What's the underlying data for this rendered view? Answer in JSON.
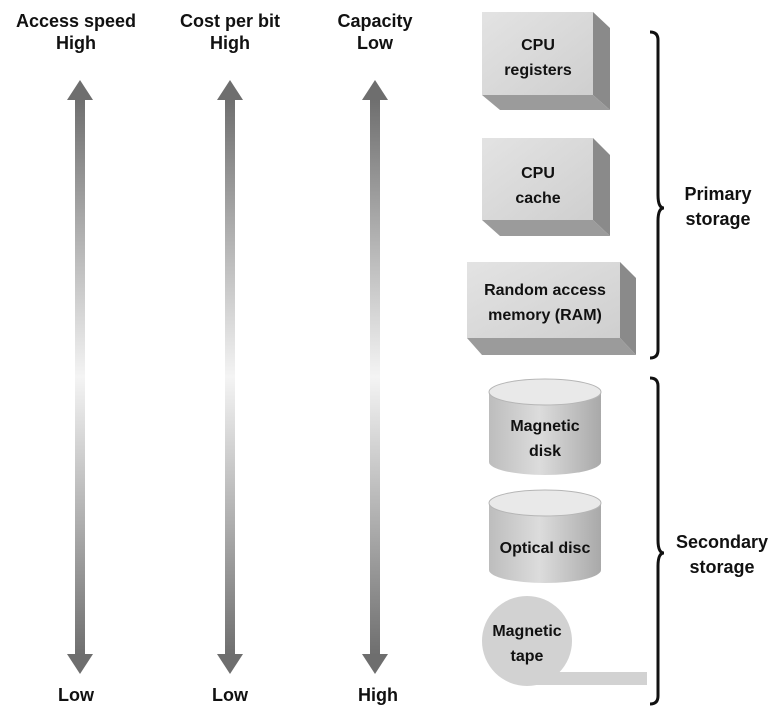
{
  "scales": [
    {
      "name": "Access speed",
      "top": "High",
      "bottom": "Low"
    },
    {
      "name": "Cost per bit",
      "top": "High",
      "bottom": "Low"
    },
    {
      "name": "Capacity",
      "top": "Low",
      "bottom": "High"
    }
  ],
  "primary_devices": [
    {
      "line1": "CPU",
      "line2": "registers"
    },
    {
      "line1": "CPU",
      "line2": "cache"
    },
    {
      "line1": "Random access",
      "line2": "memory (RAM)"
    }
  ],
  "secondary_devices": [
    {
      "line1": "Magnetic",
      "line2": "disk"
    },
    {
      "line1": "Optical disc",
      "line2": ""
    },
    {
      "line1": "Magnetic",
      "line2": "tape"
    }
  ],
  "groups": {
    "primary": {
      "line1": "Primary",
      "line2": "storage"
    },
    "secondary": {
      "line1": "Secondary",
      "line2": "storage"
    }
  }
}
